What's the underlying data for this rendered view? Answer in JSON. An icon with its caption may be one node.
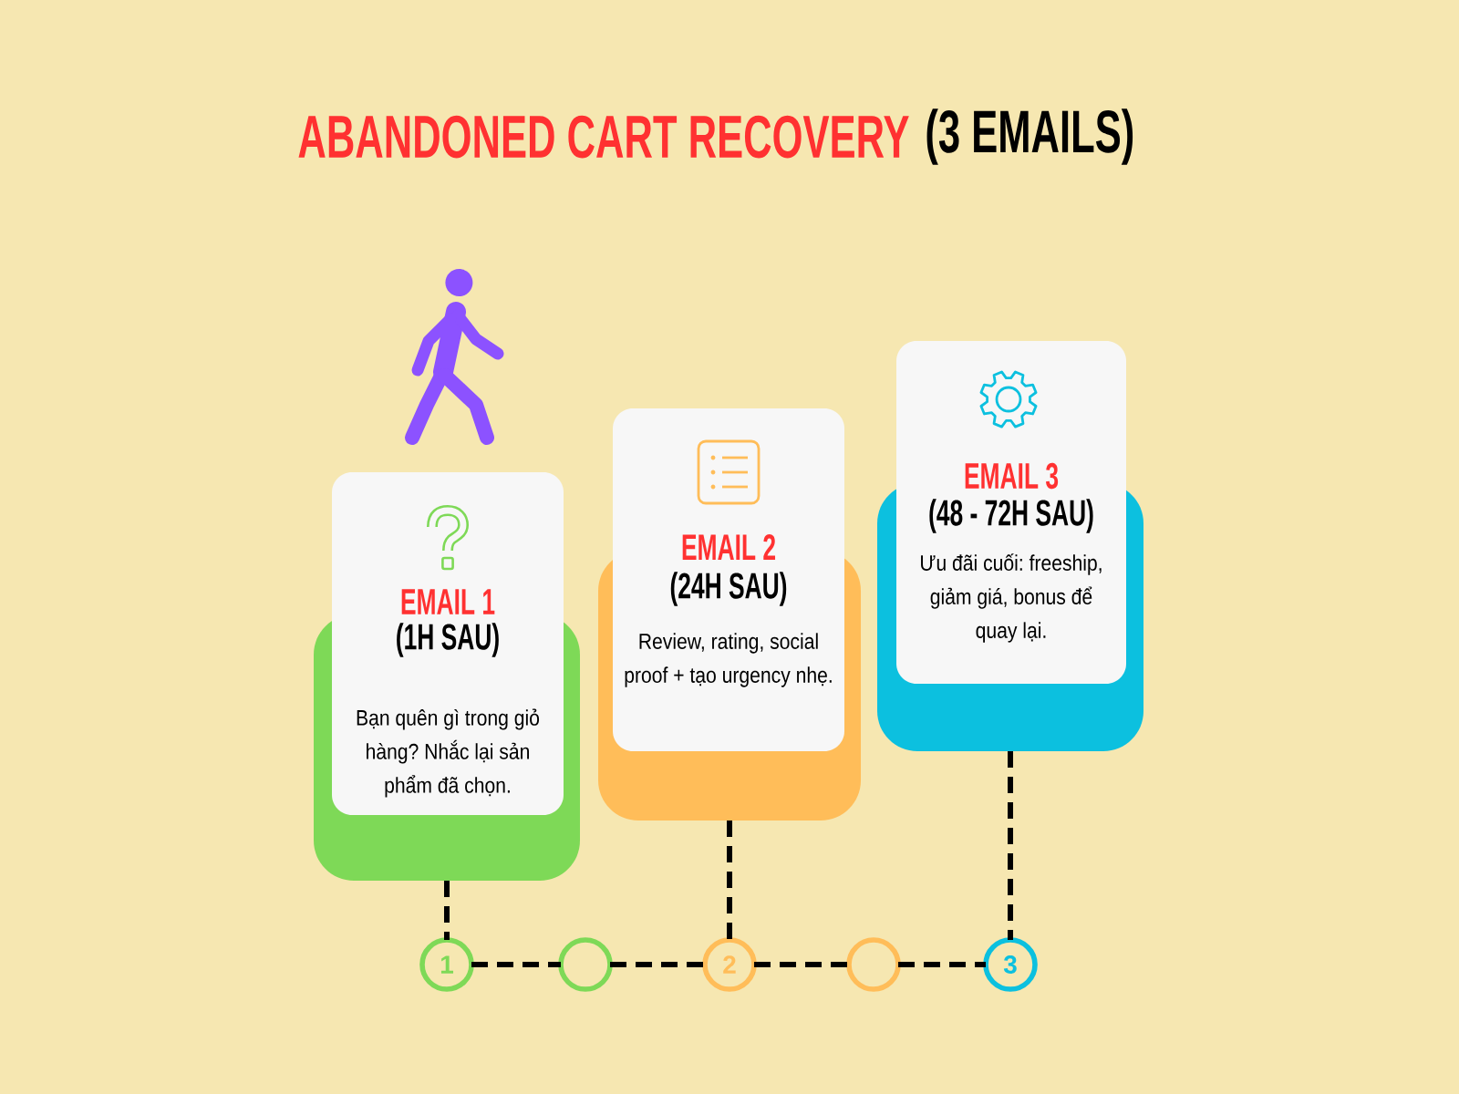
{
  "diagram": {
    "title": "ABANDONED CART RECOVERY",
    "nodes": [
      {
        "text": [
          "EMAIL 1",
          "(1H SAU)",
          "Bạn quên gì trong giỏ hàng? Nhắc lại sản phẩm đã chọn."
        ]
      },
      {
        "text": [
          "EMAIL 2",
          "(24H SAU)",
          "Review, rating, social proof + tạo urgency nhẹ."
        ]
      },
      {
        "text": [
          "EMAIL 3",
          "(48 - 72H SAU)",
          "Ưu đãi cuối: freeship, giảm giá, bonus để quay lại."
        ]
      },
      {
        "text": [
          "1"
        ]
      },
      {
        "text": [],
        "shape": "circle"
      },
      {
        "text": [
          "2"
        ]
      },
      {
        "text": [],
        "shape": "circle"
      },
      {
        "text": [
          "3"
        ]
      }
    ],
    "edges": [
      {
        "from": 0,
        "to": 3,
        "arrow": "none",
        "style": "dashed"
      },
      {
        "from": 3,
        "to": 4,
        "arrow": "none",
        "style": "dashed"
      },
      {
        "from": 4,
        "to": 5,
        "arrow": "none",
        "style": "dashed"
      },
      {
        "from": 1,
        "to": 5,
        "arrow": "none",
        "style": "dashed"
      },
      {
        "from": 5,
        "to": 6,
        "arrow": "none",
        "style": "dashed"
      },
      {
        "from": 6,
        "to": 7,
        "arrow": "none",
        "style": "dashed"
      },
      {
        "from": 2,
        "to": 7,
        "arrow": "none",
        "style": "dashed"
      }
    ],
    "labels": [
      "(3 EMAILS)"
    ]
  }
}
